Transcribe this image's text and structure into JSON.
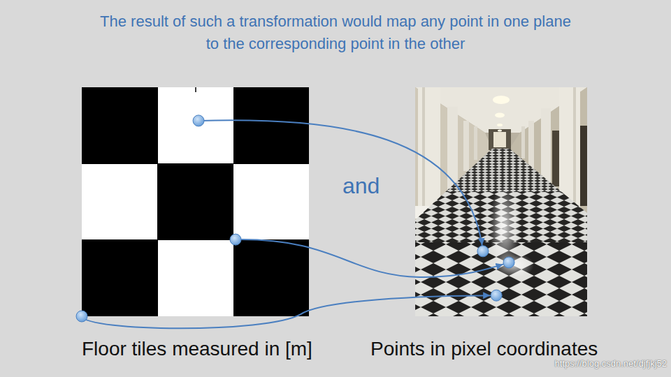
{
  "diagram": {
    "title": "The result of such a transformation would map any point in one plane to the corresponding point in the other",
    "nodes": [
      {
        "text": [
          "Floor tiles measured in [m]"
        ]
      },
      {
        "text": [
          "Points in pixel coordinates"
        ]
      }
    ],
    "edges": [
      {
        "from": 0,
        "to": 1,
        "arrow": "to"
      },
      {
        "from": 0,
        "to": 1,
        "arrow": "to"
      },
      {
        "from": 0,
        "to": 1,
        "arrow": "to"
      }
    ],
    "labels": [
      "and",
      "https://blog.csdn.net/djfjkj52"
    ]
  }
}
